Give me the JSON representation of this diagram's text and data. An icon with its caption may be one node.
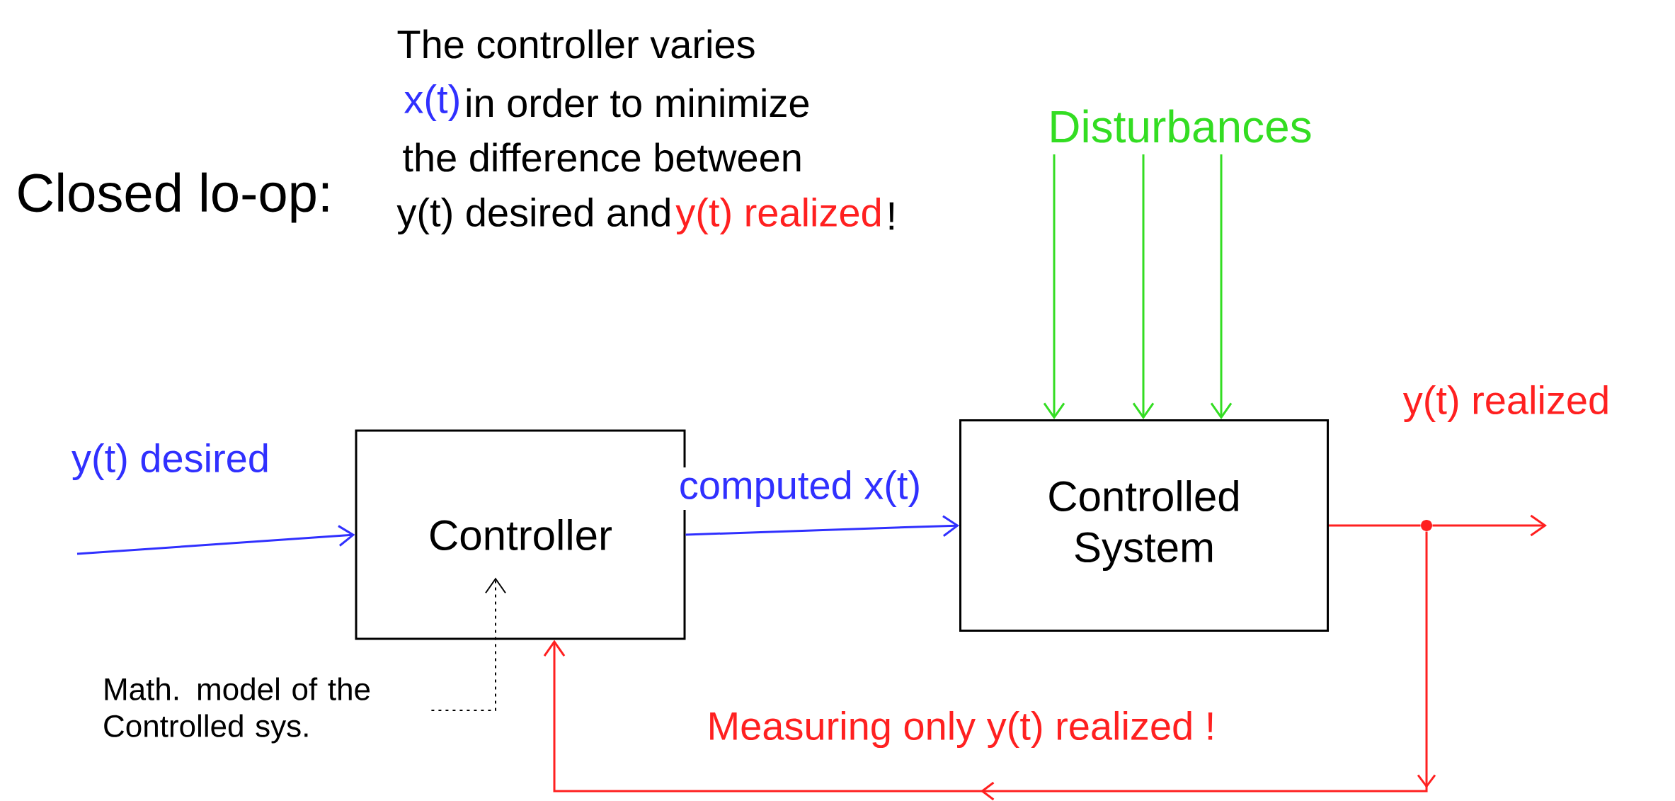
{
  "diagram": {
    "nodes": [
      {
        "text": [
          "Controller"
        ]
      },
      {
        "text": [
          "Controlled System"
        ]
      },
      {
        "text": [
          "Disturbances"
        ]
      },
      {
        "text": [
          "Math. model of the Controlled sys."
        ]
      },
      {
        "text": [],
        "shape": "circle"
      }
    ],
    "edges": [
      {
        "from": null,
        "to": 0,
        "arrow": "to",
        "label": "y(t) desired",
        "color": "#3030ff"
      },
      {
        "from": 0,
        "to": 1,
        "arrow": "to",
        "label": "computed x(t)",
        "color": "#3030ff"
      },
      {
        "from": 1,
        "to": 4,
        "arrow": "none",
        "color": "#ff2020"
      },
      {
        "from": 4,
        "to": null,
        "arrow": "to",
        "label": "y(t) realized",
        "color": "#ff2020"
      },
      {
        "from": 4,
        "to": 0,
        "arrow": "to",
        "label": "Measuring only y(t) realized !",
        "color": "#ff2020"
      },
      {
        "from": 2,
        "to": 1,
        "arrow": "to",
        "color": "#33dd22"
      },
      {
        "from": 2,
        "to": 1,
        "arrow": "to",
        "color": "#33dd22"
      },
      {
        "from": 2,
        "to": 1,
        "arrow": "to",
        "color": "#33dd22"
      },
      {
        "from": 3,
        "to": 0,
        "arrow": "to",
        "style": "dashed",
        "color": "#000000"
      }
    ],
    "labels": [
      "Closed lo-op:",
      "The controller varies",
      "x(t)",
      "in order to minimize",
      "the difference between",
      "y(t) desired and",
      "y(t) realized",
      "!"
    ]
  }
}
